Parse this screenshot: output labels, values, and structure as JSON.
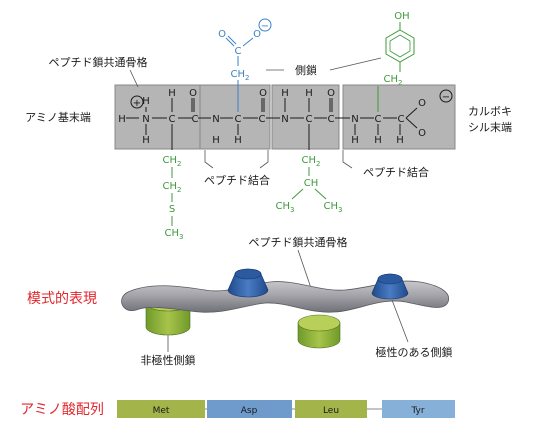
{
  "labels": {
    "backbone_top": "ペプチド鎖共通骨格",
    "side_chain": "側鎖",
    "amino_end": "アミノ基末端",
    "carboxyl_end_1": "カルボキ",
    "carboxyl_end_2": "シル末端",
    "peptide_bond_1": "ペプチド結合",
    "peptide_bond_2": "ペプチド結合",
    "backbone_model": "ペプチド鎖共通骨格",
    "schematic": "模式的表現",
    "nonpolar": "非極性側鎖",
    "polar": "極性のある側鎖",
    "sequence_title": "アミノ酸配列"
  },
  "atoms": {
    "H": "H",
    "N": "N",
    "C": "C",
    "O": "O",
    "CH2": "CH",
    "CH": "CH",
    "CH3": "CH",
    "S": "S",
    "OH": "OH",
    "sub2": "2",
    "sub3": "3",
    "plus": "+",
    "minus": "−"
  },
  "sequence": [
    {
      "name": "Met",
      "color": "#a3b54a"
    },
    {
      "name": "Asp",
      "color": "#6f9bcc"
    },
    {
      "name": "Leu",
      "color": "#a3b54a"
    },
    {
      "name": "Tyr",
      "color": "#86b0d8"
    }
  ],
  "colors": {
    "box_fill": "#b5b5b5",
    "text_black": "#1a1a1a",
    "nonpolar_green": "#3f9a3c",
    "polar_blue": "#3b82c4",
    "red_label": "#e2262c",
    "backbone_gray": "#9a9a9e"
  }
}
